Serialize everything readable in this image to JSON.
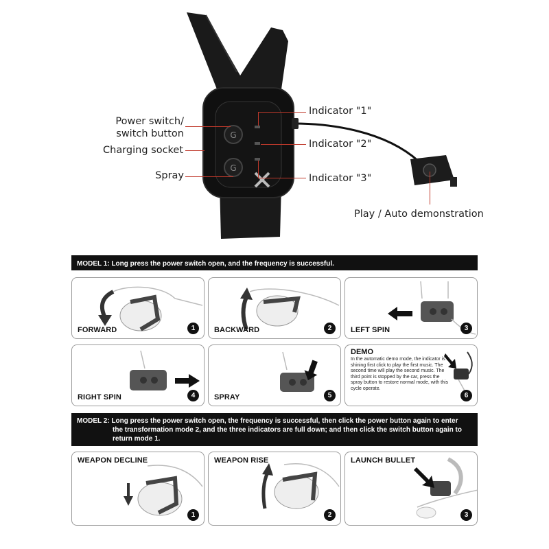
{
  "diagram": {
    "callouts": {
      "power_switch": "Power switch/\nswitch button",
      "power_switch_line1": "Power switch/",
      "power_switch_line2": "switch button",
      "charging_socket": "Charging socket",
      "spray": "Spray",
      "indicator1": "Indicator \"1\"",
      "indicator2": "Indicator \"2\"",
      "indicator3": "Indicator \"3\"",
      "play_auto": "Play / Auto demonstration"
    },
    "colors": {
      "leader": "#c0392b",
      "strap": "#1c1c1c",
      "body": "#111111"
    }
  },
  "model1": {
    "banner": "MODEL 1:  Long press the power switch open, and the frequency is successful.",
    "steps": [
      {
        "label": "FORWARD",
        "num": "1"
      },
      {
        "label": "BACKWARD",
        "num": "2"
      },
      {
        "label": "LEFT SPIN",
        "num": "3"
      },
      {
        "label": "RIGHT SPIN",
        "num": "4"
      },
      {
        "label": "SPRAY",
        "num": "5"
      }
    ],
    "demo": {
      "title": "DEMO",
      "text": "In the automatic demo mode, the indicator is a shining first click to play the first music. The second time will play the second music. The third point is stopped by the car, press the spray button to restore normal mode, with this cycle operate.",
      "num": "6"
    }
  },
  "model2": {
    "banner_line1": "MODEL 2:  Long press the power switch open, the frequency is successful, then click the power button again to enter",
    "banner_line2": "the transformation mode 2, and the three indicators are full down; and then click the switch button again to",
    "banner_line3": "return mode 1.",
    "steps": [
      {
        "label": "WEAPON DECLINE",
        "num": "1"
      },
      {
        "label": "WEAPON RISE",
        "num": "2"
      },
      {
        "label": "LAUNCH BULLET",
        "num": "3"
      }
    ]
  }
}
